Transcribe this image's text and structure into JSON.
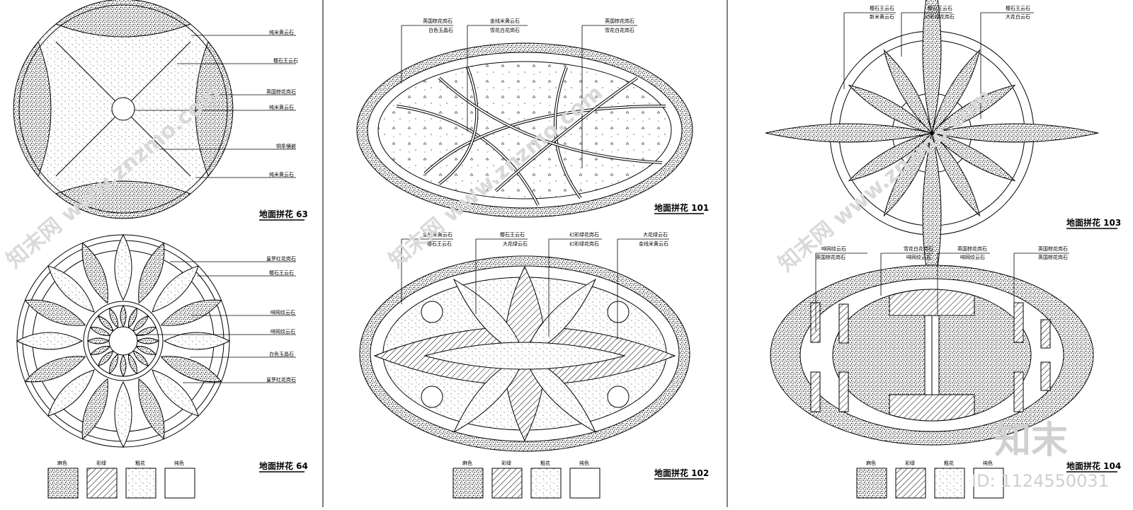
{
  "colors": {
    "line": "#000000",
    "paper": "#ffffff",
    "watermark": "#d6d6d6"
  },
  "panels": {
    "p63": {
      "title": "地面拼花 63",
      "labels": [
        "纯米黄云石",
        "樱石王云石",
        "英国棕花岗石",
        "纯米黄云石",
        "铜条镶嵌",
        "纯米黄云石"
      ]
    },
    "p64": {
      "title": "地面拼花 64",
      "labels": [
        "皇罗红花岗石",
        "樱石王云石",
        "啡网纹云石",
        "啡网纹云石",
        "白色玉晶石",
        "皇罗红花岗石"
      ]
    },
    "p101": {
      "title": "地面拼花 101",
      "labels_top": [
        "英国棕花岗石",
        "白色玉晶石",
        "金线米黄云石",
        "雪花白花岗石",
        "英国棕花岗石",
        "雪花白花岗石"
      ]
    },
    "p102": {
      "title": "地面拼花 102",
      "labels_top": [
        "金线米黄云石",
        "樱石王云石",
        "樱石王云石",
        "大花绿云石",
        "幻彩绿花岗石",
        "幻彩绿花岗石",
        "大花绿云石",
        "金线米黄云石"
      ]
    },
    "p103": {
      "title": "地面拼花 103",
      "labels_top": [
        "樱石王云石",
        "新米黄云石",
        "樱石王云石",
        "幻彩绿花岗石",
        "樱石王云石",
        "大花白云石"
      ]
    },
    "p104": {
      "title": "地面拼花 104",
      "labels_top": [
        "啡网纹云石",
        "英国棕花岗石",
        "雪花白花岗石",
        "啡网纹云石",
        "英国棕花岗石",
        "啡网纹云石",
        "英国棕花岗石",
        "英国棕花岗石"
      ]
    }
  },
  "legend": [
    "麻色",
    "彩绿",
    "粗花",
    "纯色"
  ],
  "watermark": {
    "brand": "知末",
    "site": "知末网 www.znzmo.com",
    "id": "ID: 1124550031"
  }
}
